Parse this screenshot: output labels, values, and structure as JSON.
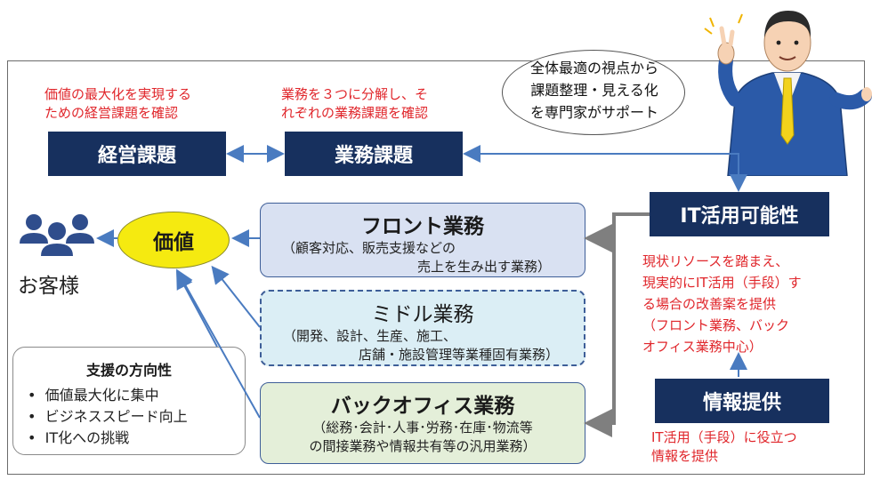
{
  "speech_bubble": [
    "全体最適の視点から",
    "課題整理・見える化",
    "を専門家がサポート"
  ],
  "management_note": [
    "価値の最大化を実現する",
    "ための経営課題を確認"
  ],
  "business_note": [
    "業務を３つに分解し、そ",
    "れぞれの業務課題を確認"
  ],
  "management_issue": "経営課題",
  "business_issue": "業務課題",
  "it_potential": "IT活用可能性",
  "value": "価値",
  "customer": "お客様",
  "front": {
    "title": "フロント業務",
    "desc": [
      "（顧客対応、販売支援などの",
      "売上を生み出す業務）"
    ]
  },
  "middle": {
    "title": "ミドル業務",
    "desc": [
      "（開発、設計、生産、施工、",
      "店舗・施設管理等業種固有業務）"
    ]
  },
  "back": {
    "title": "バックオフィス業務",
    "desc": [
      "（総務･会計･人事･労務･在庫･物流等",
      "の間接業務や情報共有等の汎用業務）"
    ]
  },
  "it_note": [
    "現状リソースを踏まえ、",
    "現実的にIT活用（手段）す",
    "る場合の改善案を提供",
    "（フロント業務、バック",
    "オフィス業務中心）"
  ],
  "info_provision": "情報提供",
  "info_note": [
    "IT活用（手段）に役立つ",
    "情報を提供"
  ],
  "support": {
    "title": "支援の方向性",
    "items": [
      "価値最大化に集中",
      "ビジネススピード向上",
      "IT化への挑戦"
    ]
  },
  "colors": {
    "navy": "#17305e",
    "red": "#e0262b",
    "value_yellow": "#f5ea10",
    "front_fill": "#d9e1f2",
    "middle_fill": "#dbeef5",
    "back_fill": "#e4efd9",
    "arrow_blue": "#4a7bc0",
    "arrow_gray": "#7f7f7f",
    "customer_icon": "#2f4d8c"
  },
  "icons": [
    "customer-group-icon",
    "consultant-illustration"
  ]
}
